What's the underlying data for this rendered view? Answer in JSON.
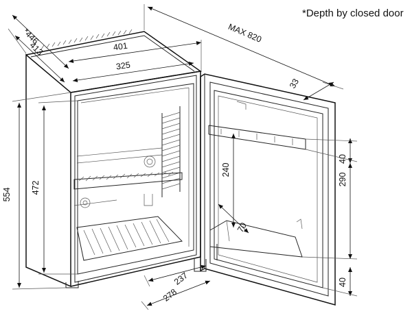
{
  "note": "*Depth by closed door",
  "dimensions": {
    "d446": "*446",
    "d413": "413",
    "max820": "MAX 820",
    "w401": "401",
    "w325": "325",
    "d33": "33",
    "h554": "554",
    "h472": "472",
    "h240": "240",
    "h40_top": "40",
    "h290": "290",
    "d70": "70",
    "h40_bottom": "40",
    "d237": "237",
    "d278": "278"
  },
  "colors": {
    "line": "#222222",
    "background": "#ffffff"
  }
}
